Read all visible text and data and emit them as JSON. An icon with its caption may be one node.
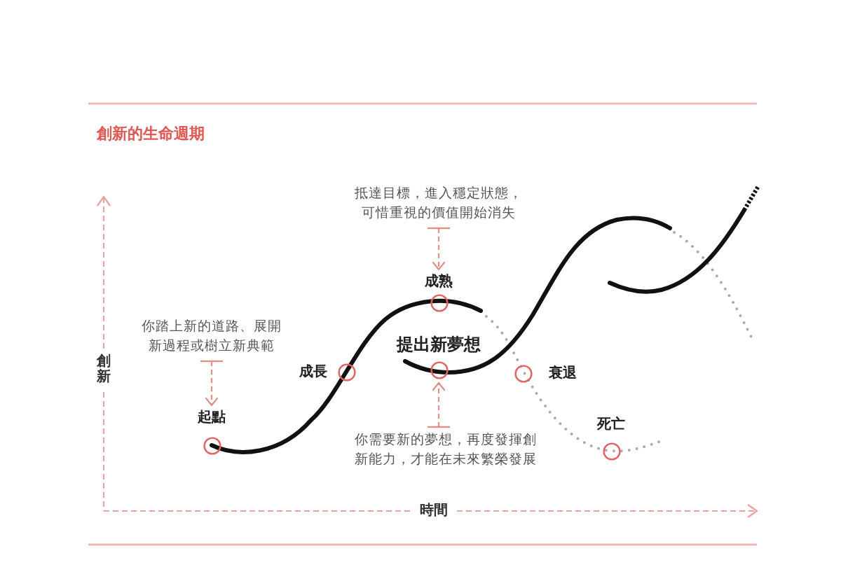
{
  "diagram": {
    "title": "創新的生命週期",
    "nodes": [
      {
        "text": [],
        "shape": "circle",
        "beside": [
          "起點"
        ]
      },
      {
        "text": [],
        "shape": "circle",
        "beside": [
          "成長"
        ]
      },
      {
        "text": [],
        "shape": "circle",
        "beside": [
          "成熟"
        ]
      },
      {
        "text": [],
        "shape": "circle",
        "beside": [
          "提出新夢想"
        ]
      },
      {
        "text": [],
        "shape": "circle",
        "beside": [
          "衰退"
        ]
      },
      {
        "text": [],
        "shape": "circle",
        "beside": [
          "死亡"
        ]
      },
      {
        "text": [
          "你踏上新的道路、展開新過程或樹立新典範"
        ]
      },
      {
        "text": [
          "抵達目標，進入穩定狀態，可惜重視的價值開始消失"
        ]
      },
      {
        "text": [
          "你需要新的夢想，再度發揮創新能力，才能在未來繁榮發展"
        ]
      }
    ],
    "edges": [
      {
        "from": 6,
        "to": 0,
        "arrow": "to",
        "style": "dashed"
      },
      {
        "from": 7,
        "to": 2,
        "arrow": "to",
        "style": "dashed"
      },
      {
        "from": 8,
        "to": 3,
        "arrow": "to",
        "style": "dashed"
      }
    ],
    "labels": [
      "創新",
      "時間"
    ]
  }
}
